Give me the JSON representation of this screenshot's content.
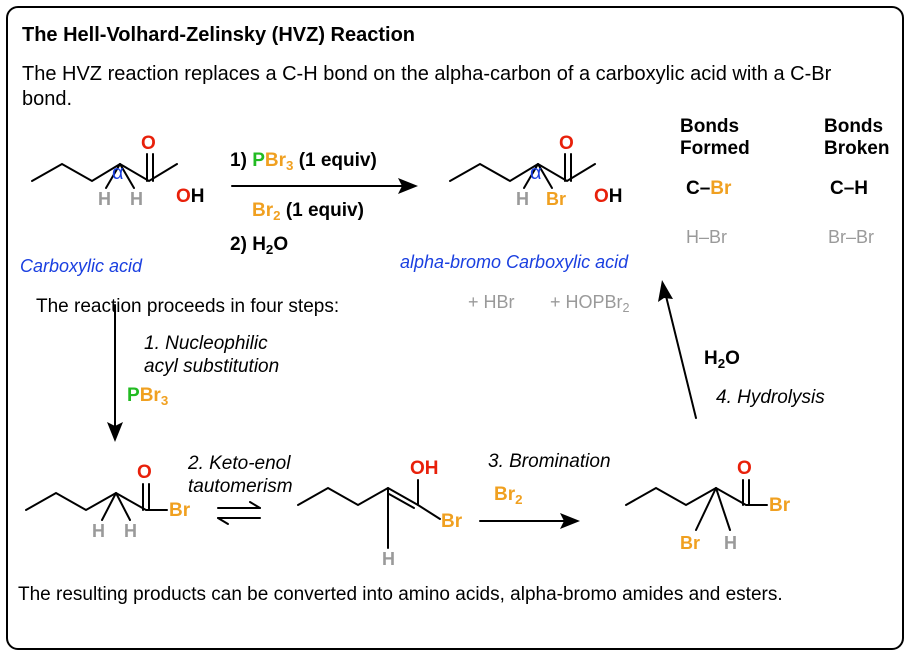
{
  "title": "The Hell-Volhard-Zelinsky (HVZ) Reaction",
  "intro": "The HVZ reaction replaces a C-H bond on the alpha-carbon of a carboxylic acid with a C-Br bond.",
  "reagents": {
    "step1_num": "1)",
    "pbr3_p": "P",
    "pbr3_br": "Br",
    "pbr3_sub": "3",
    "pbr3_equiv": "(1 equiv)",
    "br2_br": "Br",
    "br2_sub": "2",
    "br2_equiv": "(1 equiv)",
    "step2_num": "2)",
    "h2o_h": "H",
    "h2o_sub": "2",
    "h2o_o": "O"
  },
  "labels": {
    "carboxylic_acid": "Carboxylic acid",
    "alpha_bromo_acid": "alpha-bromo Carboxylic acid",
    "byproduct_hbr": "+ HBr",
    "byproduct_hopbr2_main": "+ HOPBr",
    "byproduct_hopbr2_sub": "2"
  },
  "bonds_table": {
    "formed_header": "Bonds Formed",
    "broken_header": "Bonds Broken",
    "formed_1_c": "C–",
    "formed_1_br": "Br",
    "formed_2": "H–Br",
    "broken_1": "C–H",
    "broken_2": "Br–Br"
  },
  "mechanism": {
    "intro": "The reaction proceeds in four steps:",
    "step1_line1": "1. Nucleophilic",
    "step1_line2": "acyl substitution",
    "step1_reagent_p": "P",
    "step1_reagent_br": "Br",
    "step1_reagent_sub": "3",
    "step2_line1": "2. Keto-enol",
    "step2_line2": "tautomerism",
    "step3_label": "3. Bromination",
    "step3_reagent_br": "Br",
    "step3_reagent_sub": "2",
    "step4_label": "4. Hydrolysis",
    "step4_reagent_h": "H",
    "step4_reagent_sub": "2",
    "step4_reagent_o": "O"
  },
  "atoms": {
    "O": "O",
    "OH": "OH",
    "H": "H",
    "Br": "Br",
    "alpha": "α"
  },
  "footer": "The resulting products can be converted into amino acids, alpha-bromo amides and esters.",
  "colors": {
    "oxygen": "#e8200a",
    "bromine": "#f0a020",
    "phosphorus": "#22bb22",
    "label_blue": "#1a3fe0",
    "hydrogen_gray": "#9a9a9a"
  }
}
